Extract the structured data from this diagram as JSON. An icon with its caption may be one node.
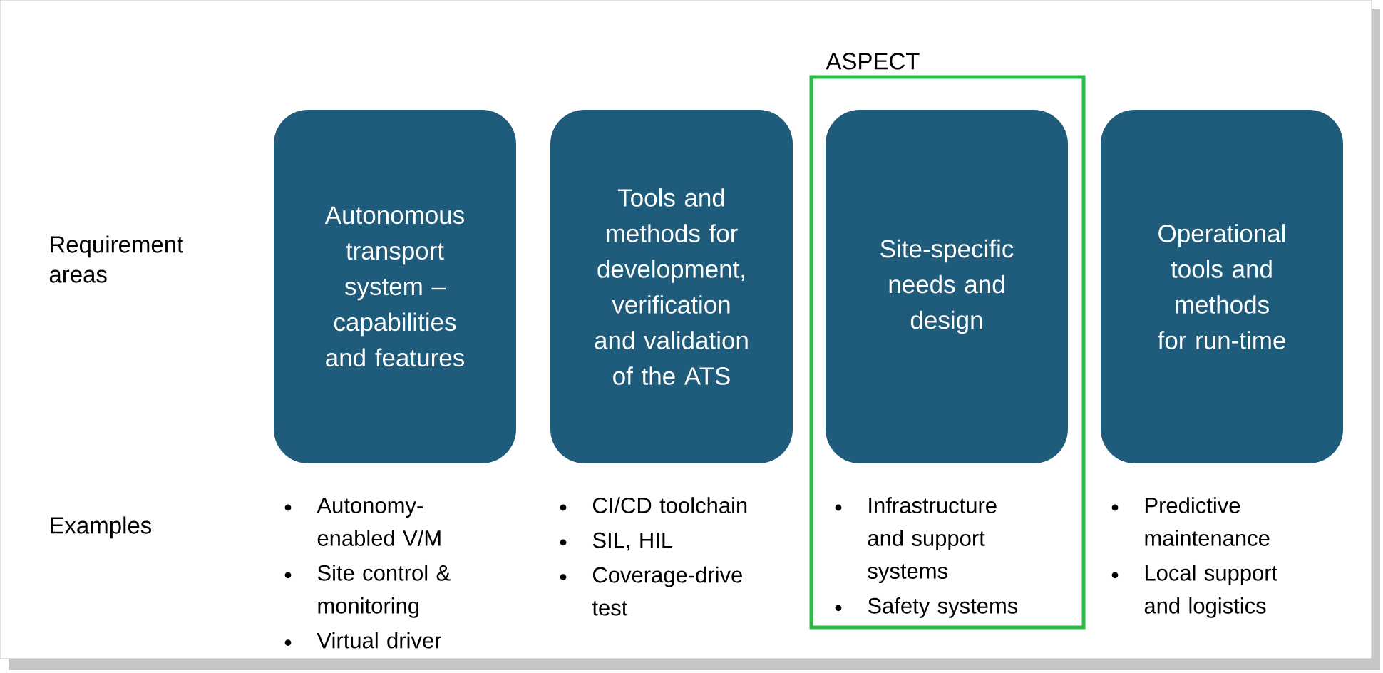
{
  "diagram": {
    "nodes": [
      {
        "text": [
          "Autonomous transport system – capabilities and features"
        ],
        "beside": [
          "Autonomy-enabled V/M",
          "Site control & monitoring",
          "Virtual driver"
        ]
      },
      {
        "text": [
          "Tools and methods for development, verification and validation of the ATS"
        ],
        "beside": [
          "CI/CD toolchain",
          "SIL, HIL",
          "Coverage-drive test"
        ]
      },
      {
        "text": [
          "ASPECT"
        ]
      },
      {
        "text": [
          "Site-specific needs and design"
        ],
        "in": 2,
        "beside": [
          "Infrastructure and support systems",
          "Safety systems"
        ]
      },
      {
        "text": [
          "Operational tools and methods for run-time"
        ],
        "beside": [
          "Predictive maintenance",
          "Local support and logistics"
        ]
      }
    ],
    "labels": [
      "Requirement areas",
      "Examples"
    ]
  }
}
